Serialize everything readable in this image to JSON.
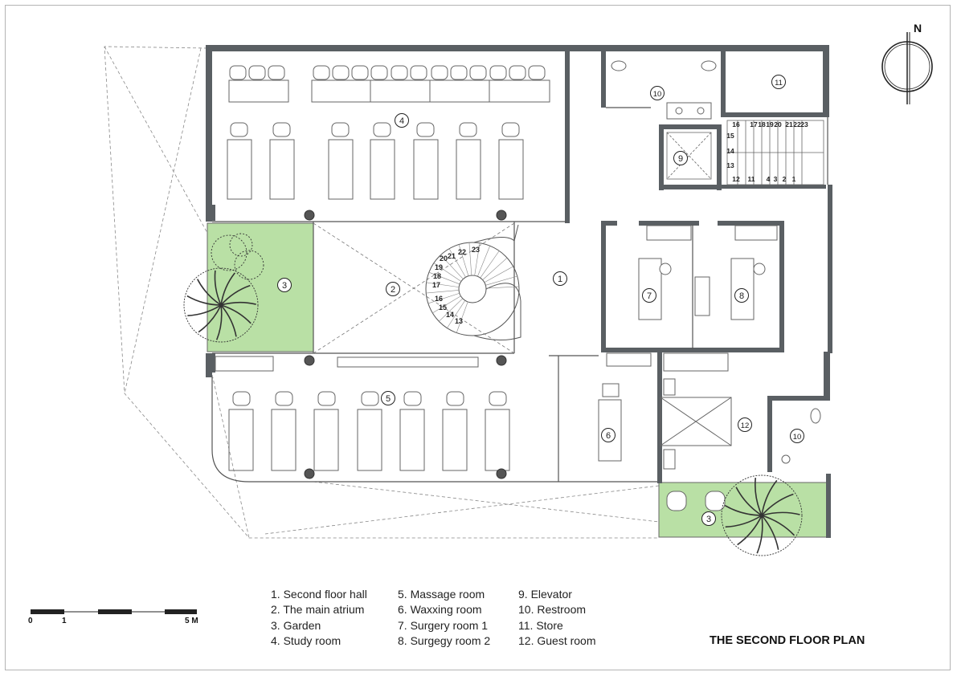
{
  "title": "THE SECOND FLOOR PLAN",
  "north_label": "N",
  "scale_bar": {
    "labels": [
      "0",
      "1",
      "5 M"
    ]
  },
  "legend": [
    {
      "no": 1,
      "text": "1. Second floor hall"
    },
    {
      "no": 2,
      "text": "2. The main atrium"
    },
    {
      "no": 3,
      "text": "3. Garden"
    },
    {
      "no": 4,
      "text": "4. Study room"
    },
    {
      "no": 5,
      "text": "5. Massage room"
    },
    {
      "no": 6,
      "text": "6. Waxxing room"
    },
    {
      "no": 7,
      "text": "7. Surgery room 1"
    },
    {
      "no": 8,
      "text": "8. Surgegy room 2"
    },
    {
      "no": 9,
      "text": "9. Elevator"
    },
    {
      "no": 10,
      "text": "10. Restroom"
    },
    {
      "no": 11,
      "text": "11. Store"
    },
    {
      "no": 12,
      "text": "12. Guest room"
    }
  ],
  "room_tags": [
    "4",
    "3",
    "2",
    "1",
    "5",
    "6",
    "7",
    "8",
    "9",
    "10",
    "11",
    "12",
    "10",
    "3"
  ],
  "spiral_stair_numbers": [
    "13",
    "14",
    "15",
    "16",
    "17",
    "18",
    "19",
    "20",
    "21",
    "22",
    "23"
  ],
  "straight_stair_numbers": [
    "1",
    "2",
    "3",
    "4",
    "11",
    "12",
    "13",
    "14",
    "15",
    "16",
    "17",
    "18",
    "19",
    "20",
    "21",
    "22",
    "23"
  ],
  "colors": {
    "garden": "#b9e0a5",
    "wall": "#5a5f63",
    "line": "#555555",
    "text": "#222222"
  }
}
